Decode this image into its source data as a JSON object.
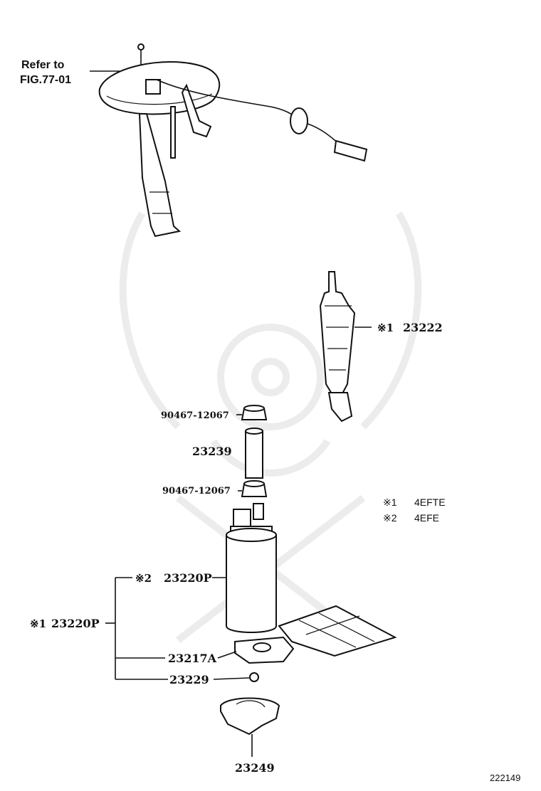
{
  "refer_note": {
    "line1": "Refer to",
    "line2": "FIG.77-01"
  },
  "parts": {
    "p23222": {
      "mark": "※1",
      "number": "23222"
    },
    "p90467_top": {
      "number": "90467-12067"
    },
    "p23239": {
      "number": "23239"
    },
    "p90467_bottom": {
      "number": "90467-12067"
    },
    "p23220P_2": {
      "mark": "※2",
      "number": "23220P"
    },
    "p23220P_1": {
      "mark": "※1",
      "number": "23220P"
    },
    "p23217A": {
      "number": "23217A"
    },
    "p23229": {
      "number": "23229"
    },
    "p23249": {
      "number": "23249"
    }
  },
  "legend": [
    {
      "mark": "※1",
      "code": "4EFTE"
    },
    {
      "mark": "※2",
      "code": "4EFE"
    }
  ],
  "figure_number": "222149"
}
